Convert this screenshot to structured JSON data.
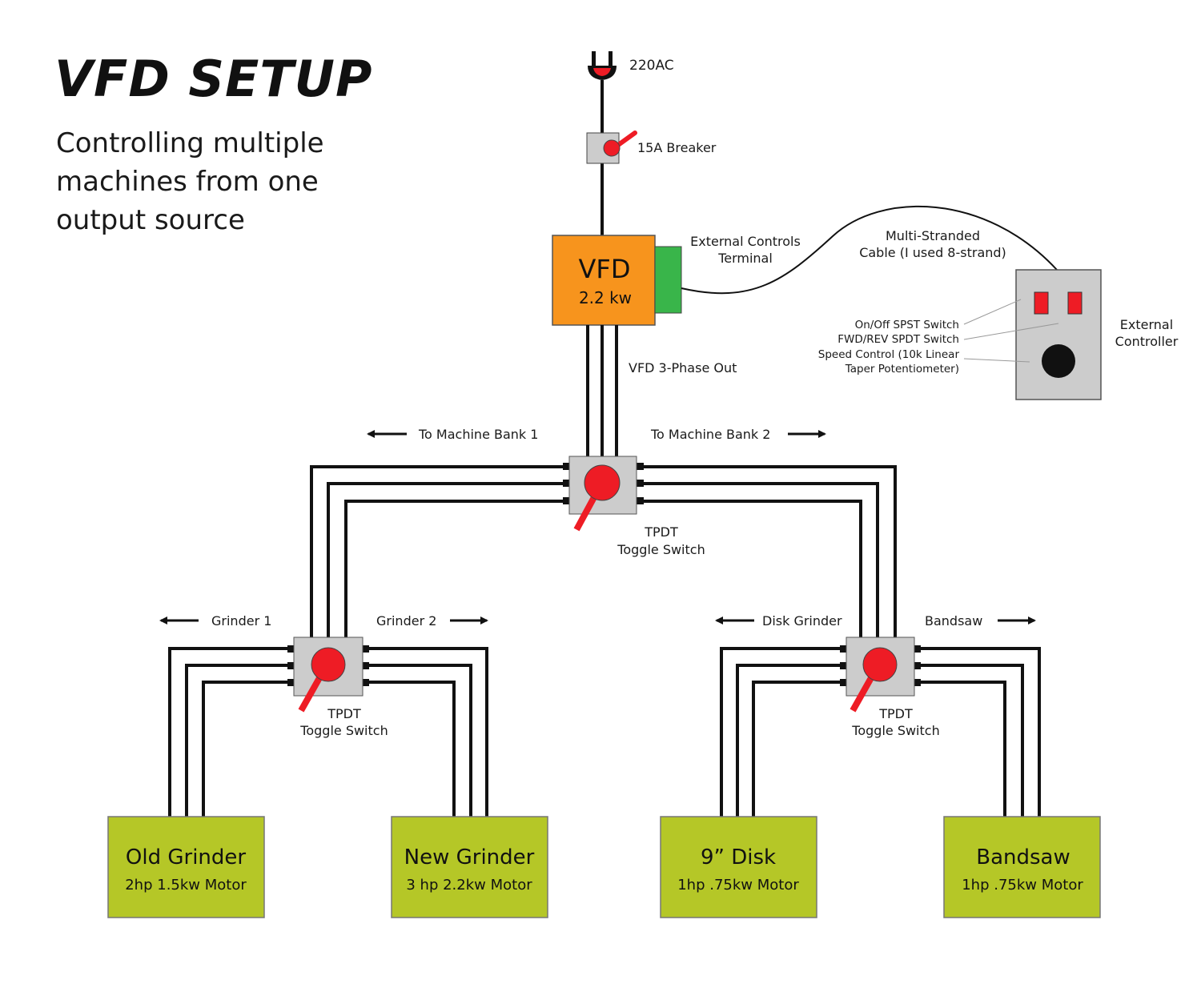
{
  "title": "VFD SETUP",
  "subtitle": [
    "Controlling multiple",
    "machines from one",
    "output source"
  ],
  "power": {
    "label": "220AC"
  },
  "breaker": {
    "label": "15A Breaker"
  },
  "vfd": {
    "title": "VFD",
    "rating": "2.2 kw"
  },
  "terminal": {
    "label": [
      "External Controls",
      "Terminal"
    ]
  },
  "cable": {
    "label": [
      "Multi-Stranded",
      "Cable (I used 8-strand)"
    ]
  },
  "controller": {
    "label": [
      "External",
      "Controller"
    ],
    "callouts": [
      "On/Off SPST Switch",
      "FWD/REV SPDT Switch",
      "Speed Control (10k Linear",
      "Taper Potentiometer)"
    ]
  },
  "three_phase": {
    "label": "VFD 3-Phase Out"
  },
  "banks": {
    "left_label": "To Machine Bank 1",
    "right_label": "To Machine Bank 2"
  },
  "main_switch": {
    "label": [
      "TPDT",
      "Toggle Switch"
    ]
  },
  "left_switch": {
    "label": [
      "TPDT",
      "Toggle Switch"
    ],
    "left_label": "Grinder 1",
    "right_label": "Grinder 2"
  },
  "right_switch": {
    "label": [
      "TPDT",
      "Toggle Switch"
    ],
    "left_label": "Disk Grinder",
    "right_label": "Bandsaw"
  },
  "machines": [
    {
      "name": "Old Grinder",
      "motor": "2hp 1.5kw Motor"
    },
    {
      "name": "New Grinder",
      "motor": "3 hp 2.2kw Motor"
    },
    {
      "name": "9” Disk",
      "motor": "1hp .75kw Motor"
    },
    {
      "name": "Bandsaw",
      "motor": "1hp .75kw Motor"
    }
  ],
  "colors": {
    "vfd": "#f7941d",
    "terminal": "#39b54a",
    "motor": "#b5c727",
    "switch_body": "#cccccc",
    "switch_lever": "#ee1c25"
  }
}
